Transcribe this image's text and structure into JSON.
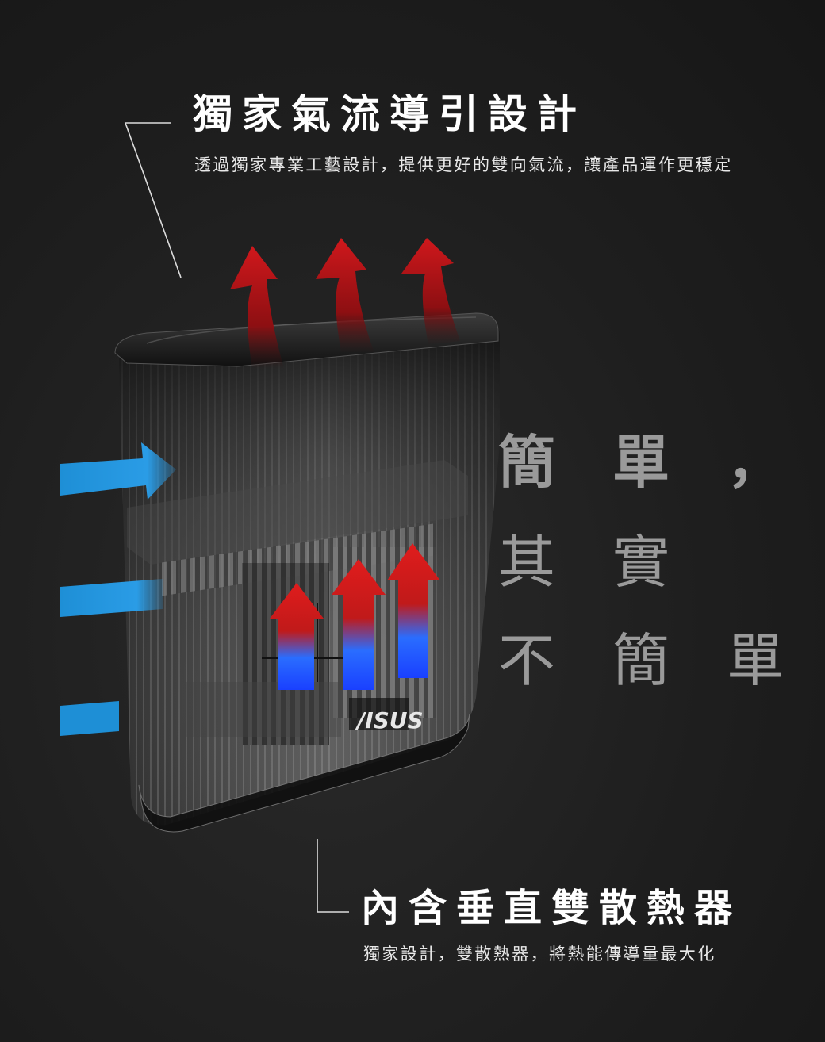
{
  "airflow": {
    "title": "獨家氣流導引設計",
    "subtitle": "透過獨家專業工藝設計，提供更好的雙向氣流，讓產品運作更穩定"
  },
  "heatsink": {
    "title": "內含垂直雙散熱器",
    "subtitle": "獨家設計，雙散熱器，將熱能傳導量最大化"
  },
  "slogan": {
    "line1": [
      "簡",
      "單",
      "，"
    ],
    "line2": [
      "其",
      "實"
    ],
    "line3": [
      "不",
      "簡",
      "單"
    ]
  },
  "product": {
    "logo": "/ISUS"
  },
  "colors": {
    "background": "#1f1f1f",
    "hot_air": "#c0161a",
    "cool_air": "#1e8fd6",
    "text": "#ffffff",
    "slogan": "#9a9a9a"
  },
  "icons": {
    "hot_air_arrow": "arrow-up-curved-icon",
    "cool_air_arrow": "arrow-right-icon"
  }
}
